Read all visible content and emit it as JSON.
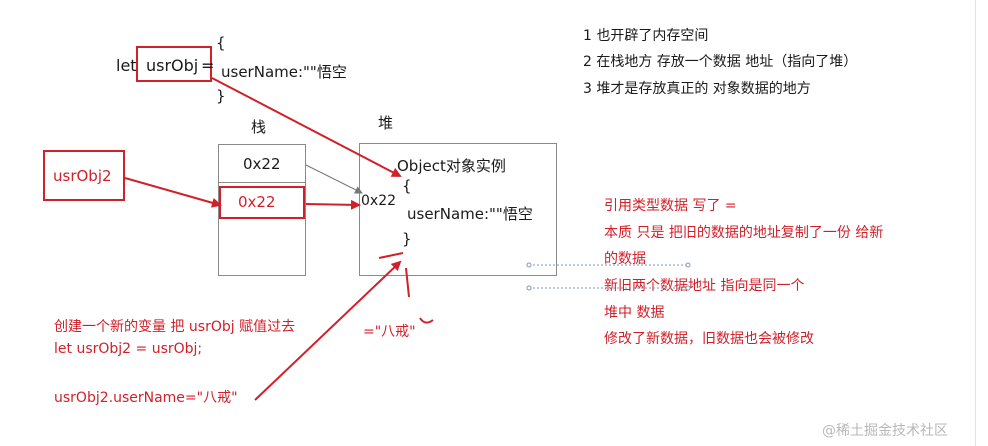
{
  "code": {
    "let": "let",
    "var_name": "usrObj",
    "equals": "=",
    "open_brace": "{",
    "property": "userName:\"\"悟空",
    "close_brace": "}"
  },
  "stack": {
    "label": "栈",
    "cell_1": "0x22",
    "cell_2": "0x22"
  },
  "heap": {
    "label": "堆",
    "title": "Object对象实例",
    "address": "0x22",
    "open_brace": "{",
    "property": "userName:\"\"悟空",
    "close_brace": "}"
  },
  "usrobj2_box": "usrObj2",
  "notes": [
    "1 也开辟了内存空间",
    "2 在栈地方 存放一个数据 地址（指向了堆）",
    "3 堆才是存放真正的 对象数据的地方"
  ],
  "reference_notes": [
    "引用类型数据   写了 =",
    "本质 只是 把旧的数据的地址复制了一份 给新",
    "的数据",
    "新旧两个数据地址 指向是同一个",
    "堆中 数据",
    "修改了新数据，旧数据也会被修改"
  ],
  "bottom_notes": {
    "line_1": "创建一个新的变量 把  usrObj 赋值过去",
    "line_2": "let usrObj2 =   usrObj;",
    "line_3": "usrObj2.userName=\"八戒\"",
    "bajie": "=\"八戒\""
  },
  "watermark": "@稀土掘金技术社区",
  "colors": {
    "annotation_red": "#d0202a",
    "box_gray": "#8a8a8a",
    "text": "#1a1a1a"
  }
}
